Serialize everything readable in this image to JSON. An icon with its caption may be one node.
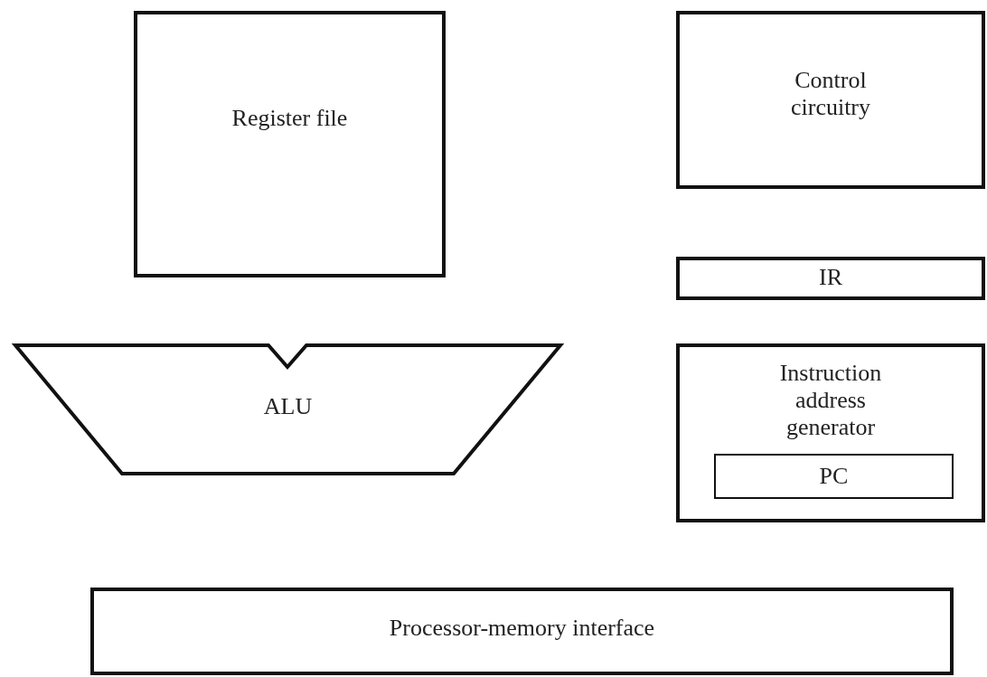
{
  "diagram": {
    "nodes": [
      {
        "text": [
          "Register file"
        ]
      },
      {
        "text": [
          "Control circuitry"
        ]
      },
      {
        "text": [
          "IR"
        ]
      },
      {
        "text": [
          "ALU"
        ]
      },
      {
        "text": [
          "Instruction address generator"
        ]
      },
      {
        "text": [
          "PC"
        ],
        "in": 4
      },
      {
        "text": [
          "Processor-memory interface"
        ]
      }
    ]
  }
}
